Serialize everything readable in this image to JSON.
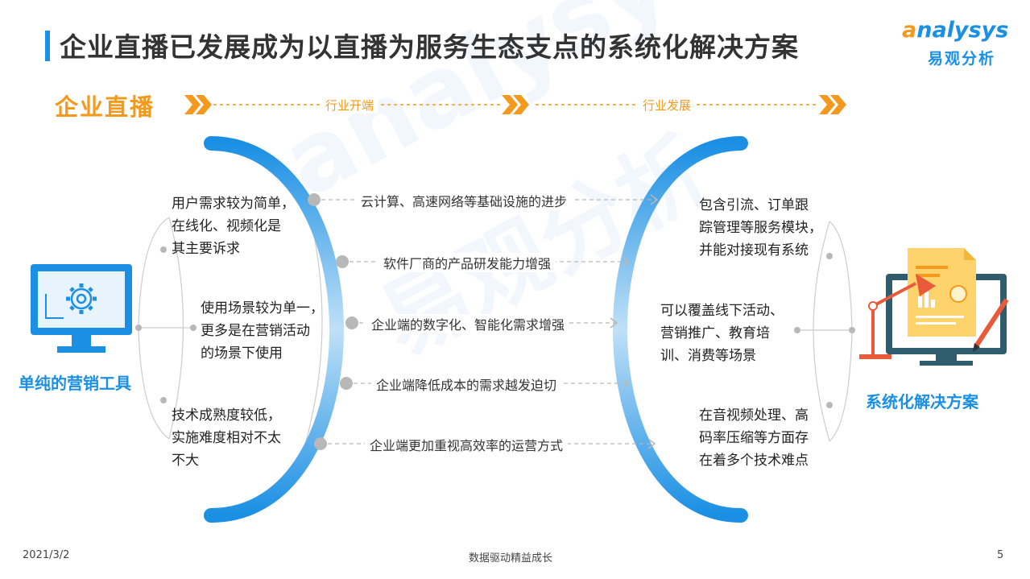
{
  "header": {
    "title": "企业直播已发展成为以直播为服务生态支点的系统化解决方案",
    "logo_en_first": "a",
    "logo_en_rest": "nalysys",
    "logo_cn": "易观分析"
  },
  "timeline": {
    "stage": "企业直播",
    "label_start": "行业开端",
    "label_develop": "行业发展"
  },
  "left_side": {
    "label": "单纯的营销工具",
    "points": [
      [
        "用户需求较为简单，",
        "在线化、视频化是",
        "其主要诉求"
      ],
      [
        "使用场景较为单一，",
        "更多是在营销活动",
        "的场景下使用"
      ],
      [
        "技术成熟度较低，",
        "实施难度相对不太",
        "不大"
      ]
    ]
  },
  "drivers": [
    "云计算、高速网络等基础设施的进步",
    "软件厂商的产品研发能力增强",
    "企业端的数字化、智能化需求增强",
    "企业端降低成本的需求越发迫切",
    "企业端更加重视高效率的运营方式"
  ],
  "right_side": {
    "label": "系统化解决方案",
    "points": [
      [
        "包含引流、订单跟",
        "踪管理等服务模块，",
        "并能对接现有系统"
      ],
      [
        "可以覆盖线下活动、",
        "营销推广、教育培",
        "训、消费等场景"
      ],
      [
        "在音视频处理、高",
        "码率压缩等方面存",
        "在着多个技术难点"
      ]
    ]
  },
  "watermark": {
    "en": "analysys",
    "cn": "易观分析"
  },
  "footer": {
    "date": "2021/3/2",
    "center": "数据驱动精益成长",
    "page": "5"
  },
  "colors": {
    "accent_blue": "#1a8fe3",
    "accent_orange": "#f39a1e"
  },
  "icons": [
    "monitor-gear-icon",
    "monitor-document-icon",
    "chevron-double-right-icon",
    "gear-icon"
  ]
}
